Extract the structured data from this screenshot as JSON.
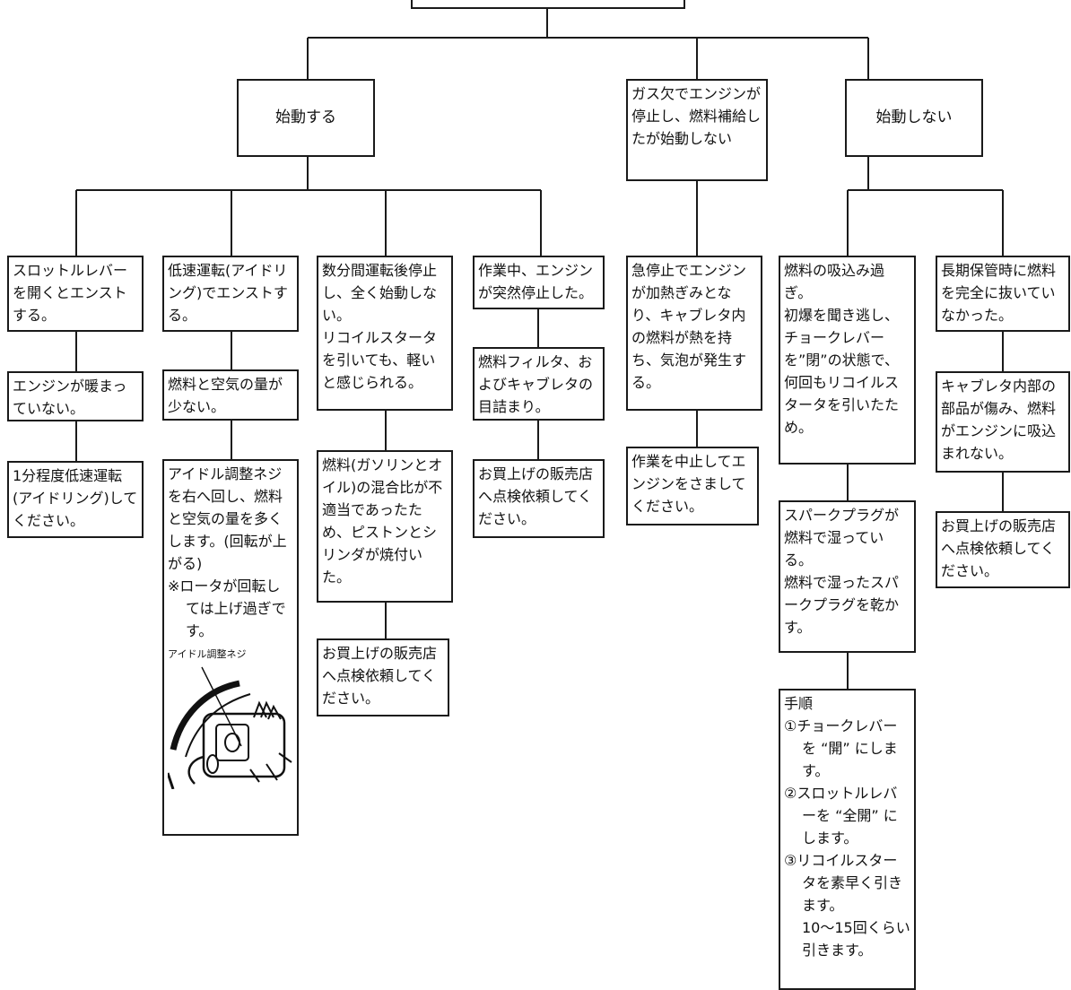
{
  "root": {
    "label": ""
  },
  "branches": {
    "starts": {
      "label": "始動する"
    },
    "gas_out": {
      "label": "ガス欠でエンジンが停止し、燃料補給したが始動しない"
    },
    "no_start": {
      "label": "始動しない"
    }
  },
  "starts_cols": [
    {
      "symptom": "スロットルレバーを開くとエンストする。",
      "cause": "エンジンが暖まっていない。",
      "remedy": "1分程度低速運転(アイドリング)してください。"
    },
    {
      "symptom": "低速運転(アイドリング)でエンストする。",
      "cause": "燃料と空気の量が少ない。",
      "remedy": "アイドル調整ネジを右へ回し、燃料と空気の量を多くします。(回転が上がる)",
      "note_mark": "※ロータが回転し",
      "note_rest": "ては上げ過ぎです。",
      "figure_label": "アイドル調整ネジ"
    },
    {
      "symptom": "数分間運転後停止し、全く始動しない。\nリコイルスタータを引いても、軽いと感じられる。",
      "cause": "燃料(ガソリンとオイル)の混合比が不適当であったため、ピストンとシリンダが焼付いた。",
      "remedy": "お買上げの販売店へ点検依頼してください。"
    },
    {
      "symptom": "作業中、エンジンが突然停止した。",
      "cause": "燃料フィルタ、およびキャブレタの目詰まり。",
      "remedy": "お買上げの販売店へ点検依頼してください。"
    }
  ],
  "gas_col": {
    "cause": "急停止でエンジンが加熱ぎみとなり、キャブレタ内の燃料が熱を持ち、気泡が発生する。",
    "remedy": "作業を中止してエンジンをさましてください。"
  },
  "no_start_cols": [
    {
      "cause": "燃料の吸込み過ぎ。\n初爆を聞き逃し、チョークレバーを”閉”の状態で、何回もリコイルスタータを引いたため。",
      "cause2": "スパークプラグが燃料で湿っている。\n燃料で湿ったスパークプラグを乾かす。",
      "procedure": {
        "title": "手順",
        "steps": [
          {
            "num": "①",
            "first": "チョークレバー",
            "rest": "を “開” にします。"
          },
          {
            "num": "②",
            "first": "スロットルレバ",
            "rest": "ーを “全開” にします。"
          },
          {
            "num": "③",
            "first": "リコイルスター",
            "rest": "タを素早く引きます。"
          }
        ],
        "note": "10〜15回くらい引きます。"
      }
    },
    {
      "cause": "長期保管時に燃料を完全に抜いていなかった。",
      "cause2": "キャブレタ内部の部品が傷み、燃料がエンジンに吸込まれない。",
      "remedy": "お買上げの販売店へ点検依頼してください。"
    }
  ]
}
